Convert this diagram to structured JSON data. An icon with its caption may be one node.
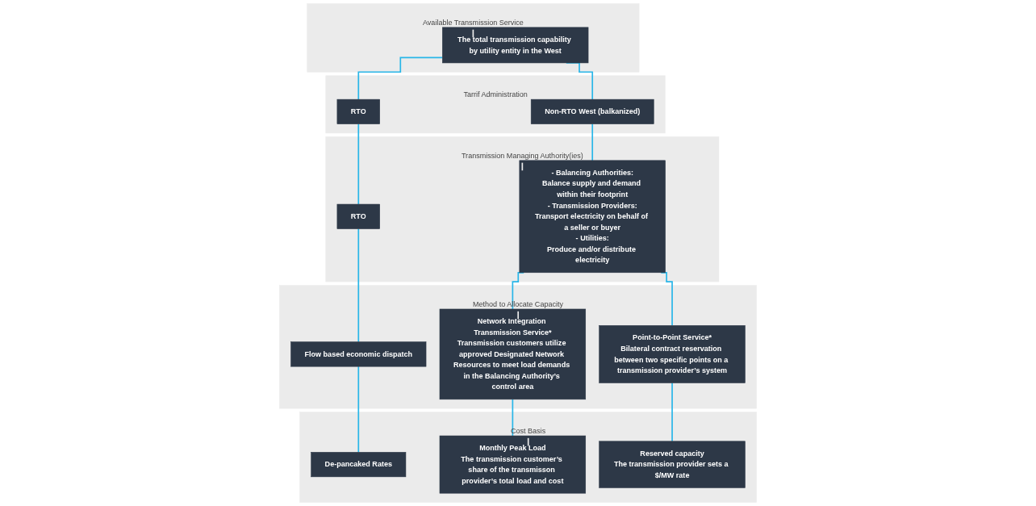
{
  "diagram": {
    "nodes": [
      {
        "text": [
          "Available Transmission Service"
        ]
      },
      {
        "text": [
          "The total transmission capability by utility entity in the West"
        ],
        "in": 0
      },
      {
        "text": [
          "Tarrif Administration"
        ]
      },
      {
        "text": [
          "RTO"
        ],
        "in": 2
      },
      {
        "text": [
          "Non-RTO West (balkanized)"
        ],
        "in": 2
      },
      {
        "text": [
          "Transmission Managing Authority(ies)"
        ]
      },
      {
        "text": [
          "RTO"
        ],
        "in": 5
      },
      {
        "text": [
          "- Balancing Authorities:",
          "Balance supply and demand within their footprint",
          "- Transmission Providers:",
          "Transport electricity on behalf of a seller or buyer",
          "- Utilities:",
          "Produce and/or distribute electricity"
        ],
        "in": 5
      },
      {
        "text": [
          "Method to Allocate Capacity"
        ]
      },
      {
        "text": [
          "Flow based economic dispatch"
        ],
        "in": 8
      },
      {
        "text": [
          "Network Integration Transmission Service*",
          "Transmission customers utilize approved Designated Network Resources to meet load demands in the Balancing Authority’s control area"
        ],
        "in": 8
      },
      {
        "text": [
          "Point-to-Point Service*",
          "Bilateral contract reservation between two specific points on a transmission provider’s system"
        ],
        "in": 8
      },
      {
        "text": [
          "Cost Basis"
        ]
      },
      {
        "text": [
          "De-pancaked Rates"
        ],
        "in": 12
      },
      {
        "text": [
          "Monthly Peak Load",
          "The transmission customer’s share of the transmisson provider’s total load and cost"
        ],
        "in": 12
      },
      {
        "text": [
          "Reserved capacity",
          "The transmission provider sets a $/MW rate"
        ],
        "in": 12
      }
    ],
    "edges": [
      {
        "from": 1,
        "to": 3,
        "arrow": "none"
      },
      {
        "from": 1,
        "to": 4,
        "arrow": "none"
      },
      {
        "from": 3,
        "to": 6,
        "arrow": "none"
      },
      {
        "from": 6,
        "to": 9,
        "arrow": "none"
      },
      {
        "from": 9,
        "to": 13,
        "arrow": "none"
      },
      {
        "from": 4,
        "to": 7,
        "arrow": "none"
      },
      {
        "from": 7,
        "to": 10,
        "arrow": "none"
      },
      {
        "from": 7,
        "to": 11,
        "arrow": "none"
      },
      {
        "from": 10,
        "to": 14,
        "arrow": "none"
      },
      {
        "from": 11,
        "to": 15,
        "arrow": "none"
      }
    ]
  }
}
